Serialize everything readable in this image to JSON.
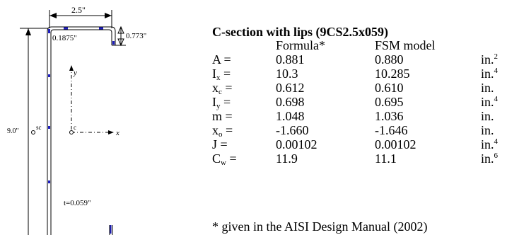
{
  "diagram": {
    "flange_width_label": "2.5\"",
    "radius_label": "0.1875\"",
    "lip_label": "0.773\"",
    "depth_label": "9.0\"",
    "thickness_label": "t=0.059\"",
    "shear_center_label": "sc",
    "centroid_label": "c",
    "x_axis_label": "x",
    "y_axis_label": "y",
    "section_color": "#1f1fbf"
  },
  "table": {
    "title": "C-section with lips (9CS2.5x059)",
    "headers": [
      "Formula*",
      "FSM model"
    ],
    "rows": [
      {
        "sym": "A",
        "sub": "",
        "formula": "0.881",
        "fsm": "0.880",
        "unit": "in.",
        "exp": "2"
      },
      {
        "sym": "I",
        "sub": "x",
        "formula": "10.3",
        "fsm": "10.285",
        "unit": "in.",
        "exp": "4"
      },
      {
        "sym": "x",
        "sub": "c",
        "formula": "0.612",
        "fsm": "0.610",
        "unit": "in.",
        "exp": ""
      },
      {
        "sym": "I",
        "sub": "y",
        "formula": "0.698",
        "fsm": "0.695",
        "unit": "in.",
        "exp": "4"
      },
      {
        "sym": "m",
        "sub": "",
        "formula": "1.048",
        "fsm": "1.036",
        "unit": "in.",
        "exp": ""
      },
      {
        "sym": "x",
        "sub": "o",
        "formula": "-1.660",
        "fsm": "-1.646",
        "unit": "in.",
        "exp": ""
      },
      {
        "sym": "J",
        "sub": "",
        "formula": "0.00102",
        "fsm": "0.00102",
        "unit": "in.",
        "exp": "4"
      },
      {
        "sym": "C",
        "sub": "w",
        "formula": "11.9",
        "fsm": "11.1",
        "unit": "in.",
        "exp": "6"
      }
    ],
    "eq_sign": "=",
    "footnote": "* given in the AISI Design Manual (2002)"
  }
}
